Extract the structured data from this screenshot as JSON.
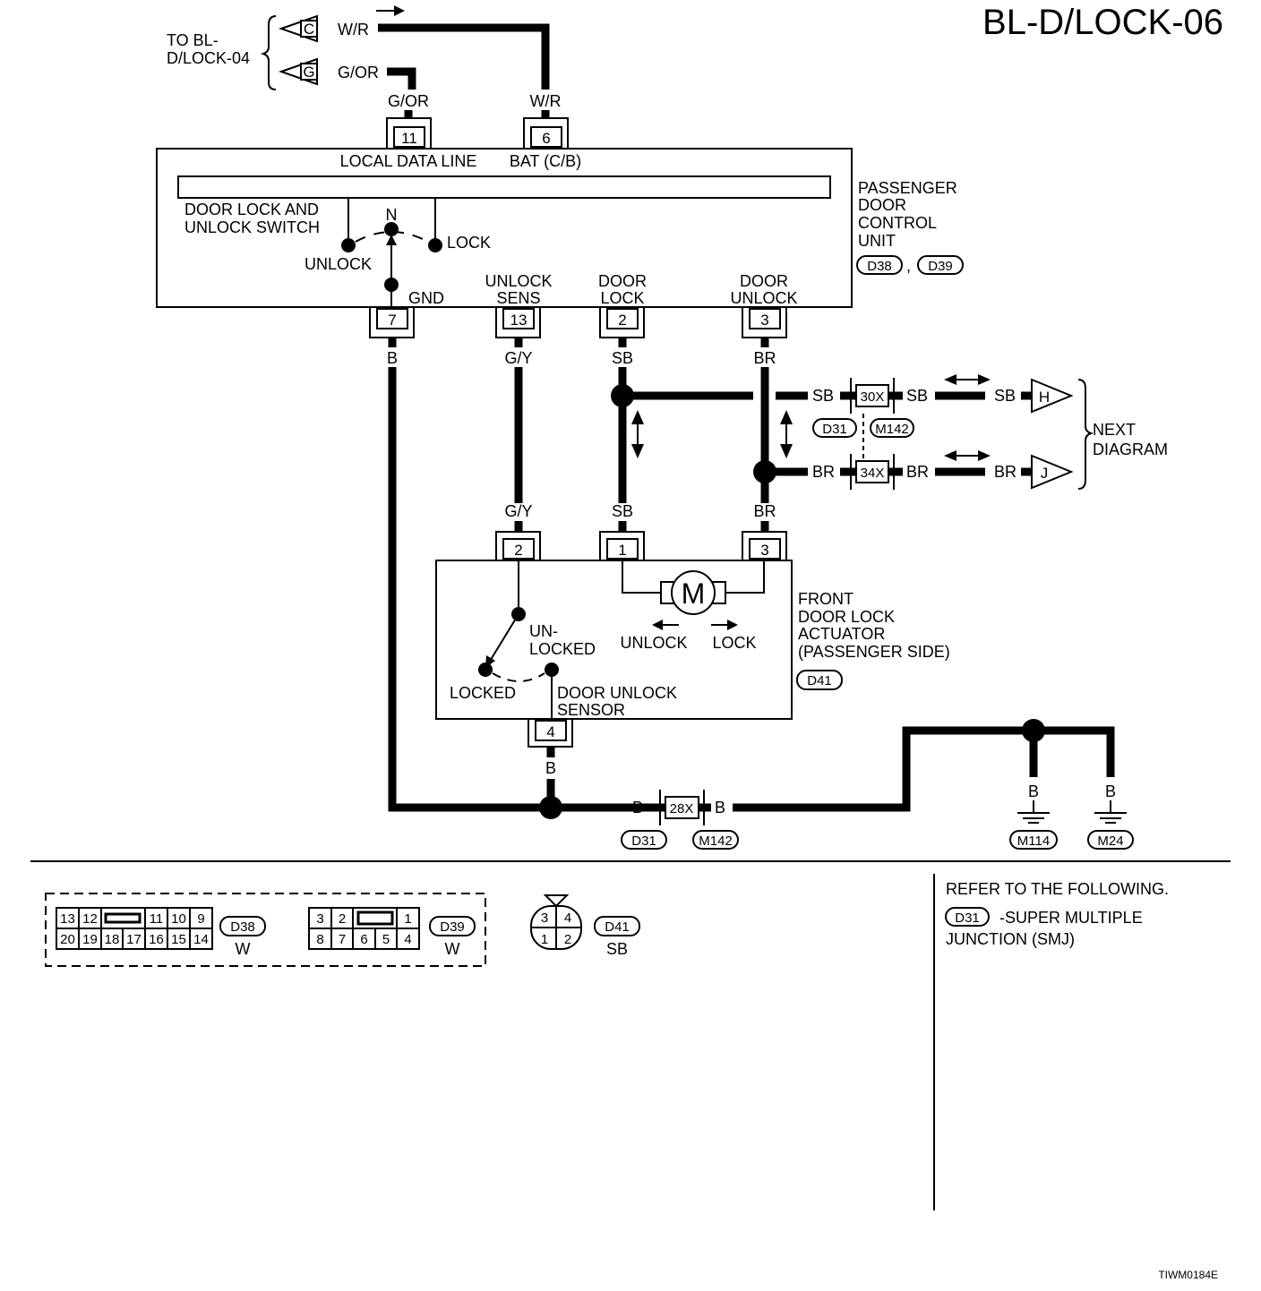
{
  "diagram_id": "BL-D/LOCK-06",
  "footer_code": "TIWM0184E",
  "top_ref": {
    "label": "TO BL-D/LOCK-04",
    "line1": "TO BL-",
    "line2": "D/LOCK-04",
    "connC": "C",
    "connG": "G",
    "wireC": "W/R",
    "wireG": "G/OR"
  },
  "control_unit": {
    "name_lines": [
      "PASSENGER",
      "DOOR",
      "CONTROL",
      "UNIT"
    ],
    "conn_a": "D38",
    "conn_b": "D39",
    "sep": ",",
    "pin11": "11",
    "pin6": "6",
    "pin7": "7",
    "pin13": "13",
    "pin2": "2",
    "pin3": "3",
    "wire11": "G/OR",
    "wire6": "W/R",
    "label11": "LOCAL DATA LINE",
    "label6": "BAT (C/B)",
    "switch_l1": "DOOR LOCK AND",
    "switch_l2": "UNLOCK SWITCH",
    "sw_n": "N",
    "sw_unlock": "UNLOCK",
    "sw_lock": "LOCK",
    "gnd": "GND",
    "unlock_sens_l1": "UNLOCK",
    "unlock_sens_l2": "SENS",
    "door_lock_l1": "DOOR",
    "door_lock_l2": "LOCK",
    "door_unlock_l1": "DOOR",
    "door_unlock_l2": "UNLOCK"
  },
  "wires": {
    "b": "B",
    "gy": "G/Y",
    "sb": "SB",
    "br": "BR"
  },
  "junctions": {
    "j30": "30X",
    "j34": "34X",
    "j28": "28X",
    "d31": "D31",
    "m142": "M142",
    "conn_h": "H",
    "conn_j": "J",
    "next_l1": "NEXT",
    "next_l2": "DIAGRAM"
  },
  "actuator": {
    "name_lines": [
      "FRONT",
      "DOOR LOCK",
      "ACTUATOR",
      "(PASSENGER SIDE)"
    ],
    "conn": "D41",
    "pin2": "2",
    "pin1": "1",
    "pin3": "3",
    "pin4": "4",
    "motor": "M",
    "unlock": "UNLOCK",
    "lock": "LOCK",
    "unlocked_l1": "UN-",
    "unlocked_l2": "LOCKED",
    "locked": "LOCKED",
    "sensor_l1": "DOOR UNLOCK",
    "sensor_l2": "SENSOR"
  },
  "grounds": {
    "m114": "M114",
    "m24": "M24"
  },
  "connectors": {
    "d38": {
      "name": "D38",
      "color": "W",
      "row1": [
        "13",
        "12",
        "11",
        "10",
        "9"
      ],
      "row2": [
        "20",
        "19",
        "18",
        "17",
        "16",
        "15",
        "14"
      ]
    },
    "d39": {
      "name": "D39",
      "color": "W",
      "row1": [
        "3",
        "2",
        "1"
      ],
      "row2": [
        "8",
        "7",
        "6",
        "5",
        "4"
      ]
    },
    "d41": {
      "name": "D41",
      "color": "SB",
      "row1": [
        "3",
        "4"
      ],
      "row2": [
        "1",
        "2"
      ]
    }
  },
  "reference": {
    "heading": "REFER TO THE FOLLOWING.",
    "conn": "D31",
    "line1": "-SUPER MULTIPLE",
    "line2": "JUNCTION (SMJ)"
  }
}
